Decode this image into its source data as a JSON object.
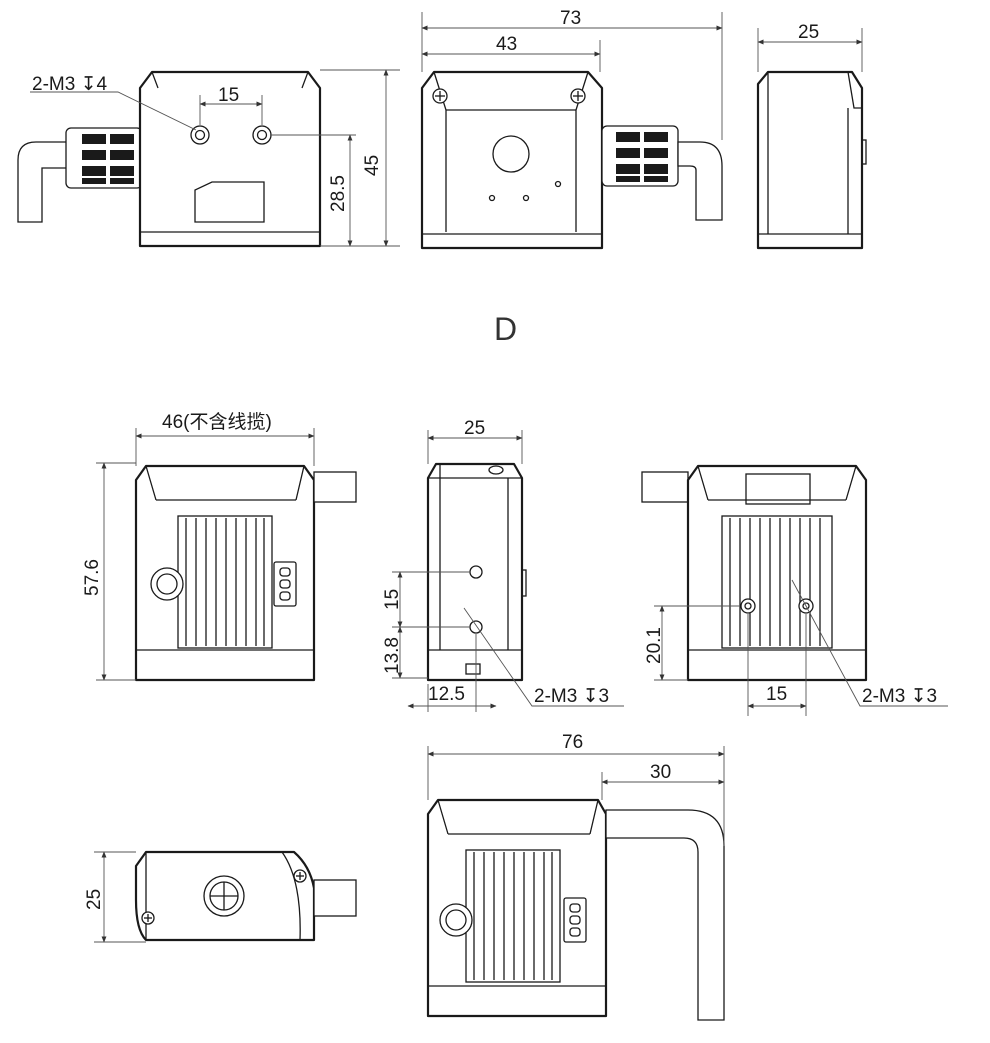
{
  "section_mark": "D",
  "view_top": {
    "label_m3_depth4": "2-M3 ↧4",
    "dim_hole_spacing": "15",
    "dim_hole_height": "28.5",
    "dim_height": "45",
    "dim_overall_width": "73",
    "dim_body_width": "43",
    "dim_side_depth": "25"
  },
  "view_bottom": {
    "dim_width_no_cable": "46(不含线揽)",
    "dim_height": "57.6",
    "dim_side_width": "25",
    "dim_side_hole_spacing": "15",
    "dim_side_hole_height": "13.8",
    "dim_side_hole_offset": "12.5",
    "label_m3_depth3_left": "2-M3 ↧3",
    "dim_back_hole_height": "20.1",
    "dim_back_hole_spacing": "15",
    "label_m3_depth3_right": "2-M3 ↧3",
    "dim_overall_length": "76",
    "dim_cable_length": "30",
    "dim_top_depth": "25"
  }
}
